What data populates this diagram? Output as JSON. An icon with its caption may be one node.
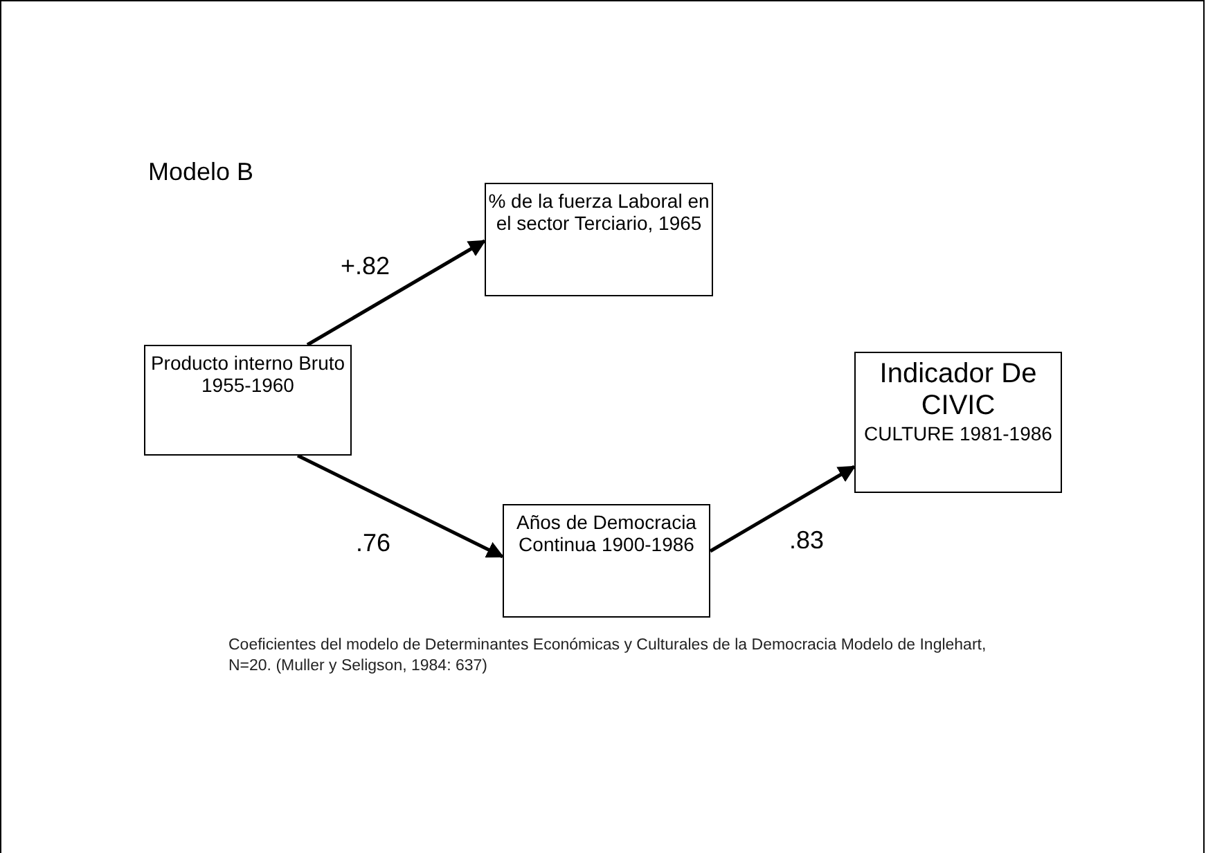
{
  "diagram": {
    "title": "Modelo B",
    "nodes": [
      {
        "text": [
          "Producto interno Bruto 1955-1960"
        ]
      },
      {
        "text": [
          "% de la fuerza Laboral en el sector Terciario, 1965"
        ]
      },
      {
        "text": [
          "Años de Democracia Continua 1900-1986"
        ]
      },
      {
        "text": [
          "Indicador De CIVIC",
          "CULTURE 1981-1986"
        ]
      }
    ],
    "edges": [
      {
        "from": 0,
        "to": 1,
        "arrow": "to",
        "label": "+.82"
      },
      {
        "from": 0,
        "to": 2,
        "arrow": "to",
        "label": ".76"
      },
      {
        "from": 2,
        "to": 3,
        "arrow": "to",
        "label": ".83"
      }
    ],
    "caption": "Coeficientes del modelo de Determinantes Económicas y Culturales de la Democracia Modelo de Inglehart, N=20. (Muller y Seligson, 1984: 637)"
  }
}
